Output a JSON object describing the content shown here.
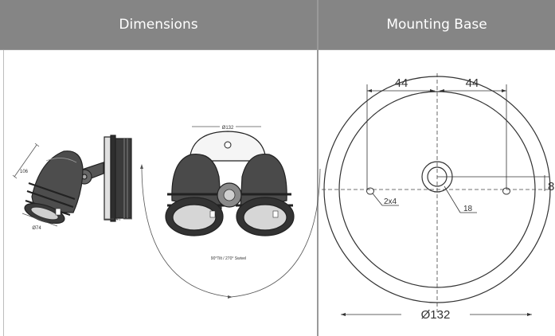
{
  "headers": {
    "dimensions": "Dimensions",
    "mounting_base": "Mounting Base"
  },
  "dimensions_drawing": {
    "height": "106",
    "diameter_front": "Ø74",
    "depth": "47",
    "top_diameter": "Ø132",
    "rotation_note": "90°Tilt / 270° Swivel"
  },
  "mounting_drawing": {
    "left_offset": "44",
    "right_offset": "44",
    "side_offset": "8",
    "holes": "2x4",
    "center_hole": "18",
    "base_diameter": "Ø132"
  }
}
